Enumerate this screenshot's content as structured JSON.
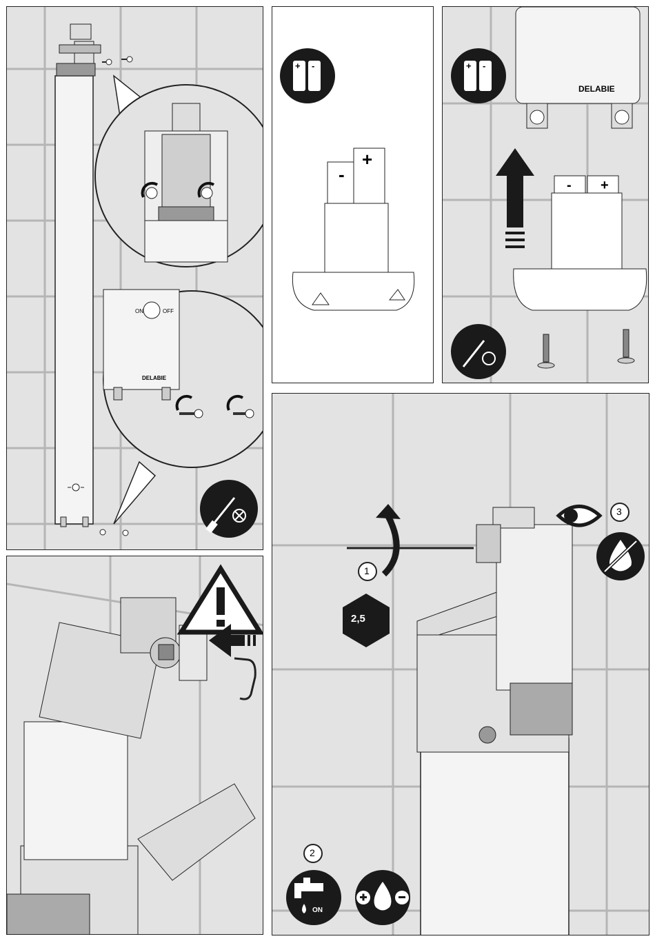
{
  "panel1": {
    "on_label": "ON",
    "off_label": "OFF",
    "brand": "DELABIE"
  },
  "panel3": {
    "brand": "DELABIE",
    "minus": "-",
    "plus": "+"
  },
  "panel2": {
    "minus": "-",
    "plus": "+"
  },
  "panel5": {
    "step1": "1",
    "step2": "2",
    "step3": "3",
    "hex_size": "2,5",
    "tap_on": "ON"
  },
  "battery_icon": {
    "plus": "+",
    "minus": "-"
  },
  "colors": {
    "icon_dark": "#1a1a1a",
    "wall": "#e3e3e3",
    "grout": "#bdbdbd",
    "line": "#222222"
  }
}
